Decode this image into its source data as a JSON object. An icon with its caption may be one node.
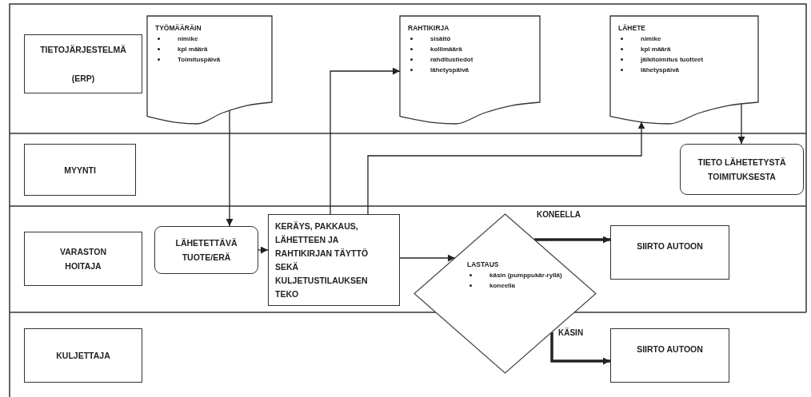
{
  "diagram": {
    "nodes": [
      {
        "text": [
          "TIETOJÄRJESTELMÄ",
          "(ERP)"
        ]
      },
      {
        "text": [
          "MYYNTI"
        ]
      },
      {
        "text": [
          "VARASTON HOITAJA"
        ]
      },
      {
        "text": [
          "KULJETTAJA"
        ]
      },
      {
        "text": [
          "TYÖMÄÄRÄIN",
          "nimike",
          "kpl määrä",
          "Toimituspäivä"
        ]
      },
      {
        "text": [
          "RAHTIKIRJA",
          "sisältö",
          "kollimäärä",
          "rahditustiedot",
          "lähetyspäivä"
        ]
      },
      {
        "text": [
          "LÄHETE",
          "nimike",
          "kpl määrä",
          "jälkitoimitus tuotteet",
          "lähetyspäivä"
        ]
      },
      {
        "text": [
          "TIETO LÄHETETYSTÄ TOIMITUKSESTA"
        ]
      },
      {
        "text": [
          "LÄHETETTÄVÄ TUOTE/ERÄ"
        ]
      },
      {
        "text": [
          "KERÄYS, PAKKAUS, LÄHETTEEN JA RAHTIKIRJAN TÄYTTÖ SEKÄ KULJETUSTILAUKSEN TEKO"
        ]
      },
      {
        "text": [
          "LASTAUS",
          "käsin (pumppukär-ryllä)",
          "koneella"
        ]
      },
      {
        "text": [
          "SIIRTO AUTOON"
        ]
      },
      {
        "text": [
          "SIIRTO AUTOON"
        ]
      }
    ],
    "edges": [
      {
        "from": 4,
        "to": 8,
        "arrow": "to"
      },
      {
        "from": 9,
        "to": 5,
        "arrow": "to"
      },
      {
        "from": 9,
        "to": 6,
        "arrow": "to"
      },
      {
        "from": 6,
        "to": 7,
        "arrow": "to"
      },
      {
        "from": 8,
        "to": 9,
        "arrow": "to"
      },
      {
        "from": 9,
        "to": 10,
        "arrow": "to"
      },
      {
        "from": 10,
        "to": 11,
        "arrow": "to",
        "label": "KONEELLA",
        "style": "thick"
      },
      {
        "from": 10,
        "to": 12,
        "arrow": "to",
        "label": "KÄSIN",
        "style": "thick"
      }
    ]
  }
}
